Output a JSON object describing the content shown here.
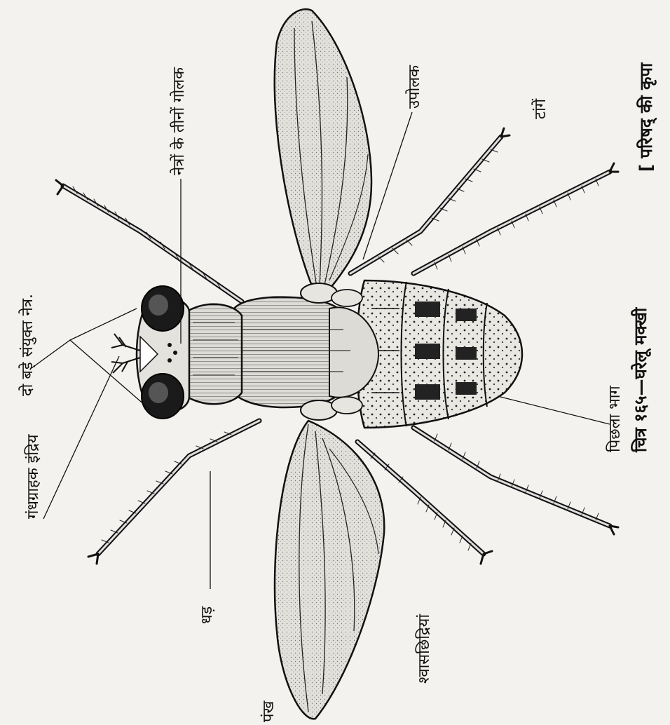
{
  "labels": {
    "smell_organ": "गंधग्राहक इंद्रिय",
    "compound_eyes": "दो बड़े संयुक्त नेत्र.",
    "three_ocelli": "नेत्रों के तीनों गोलक",
    "halteres": "उपोलक",
    "legs": "टांगें",
    "thorax": "धड़",
    "spiracles": "श्वासछिद्रियां",
    "wing": "पंख",
    "abdomen": "पिछला भाग"
  },
  "caption": {
    "figure": "चित्र १६५—घरेलू मक्खी",
    "credit": "[ परिषद् की कृपा"
  },
  "colors": {
    "ink": "#111111",
    "paper": "#f3f2ee",
    "wing_fill": "#e4e3de"
  }
}
